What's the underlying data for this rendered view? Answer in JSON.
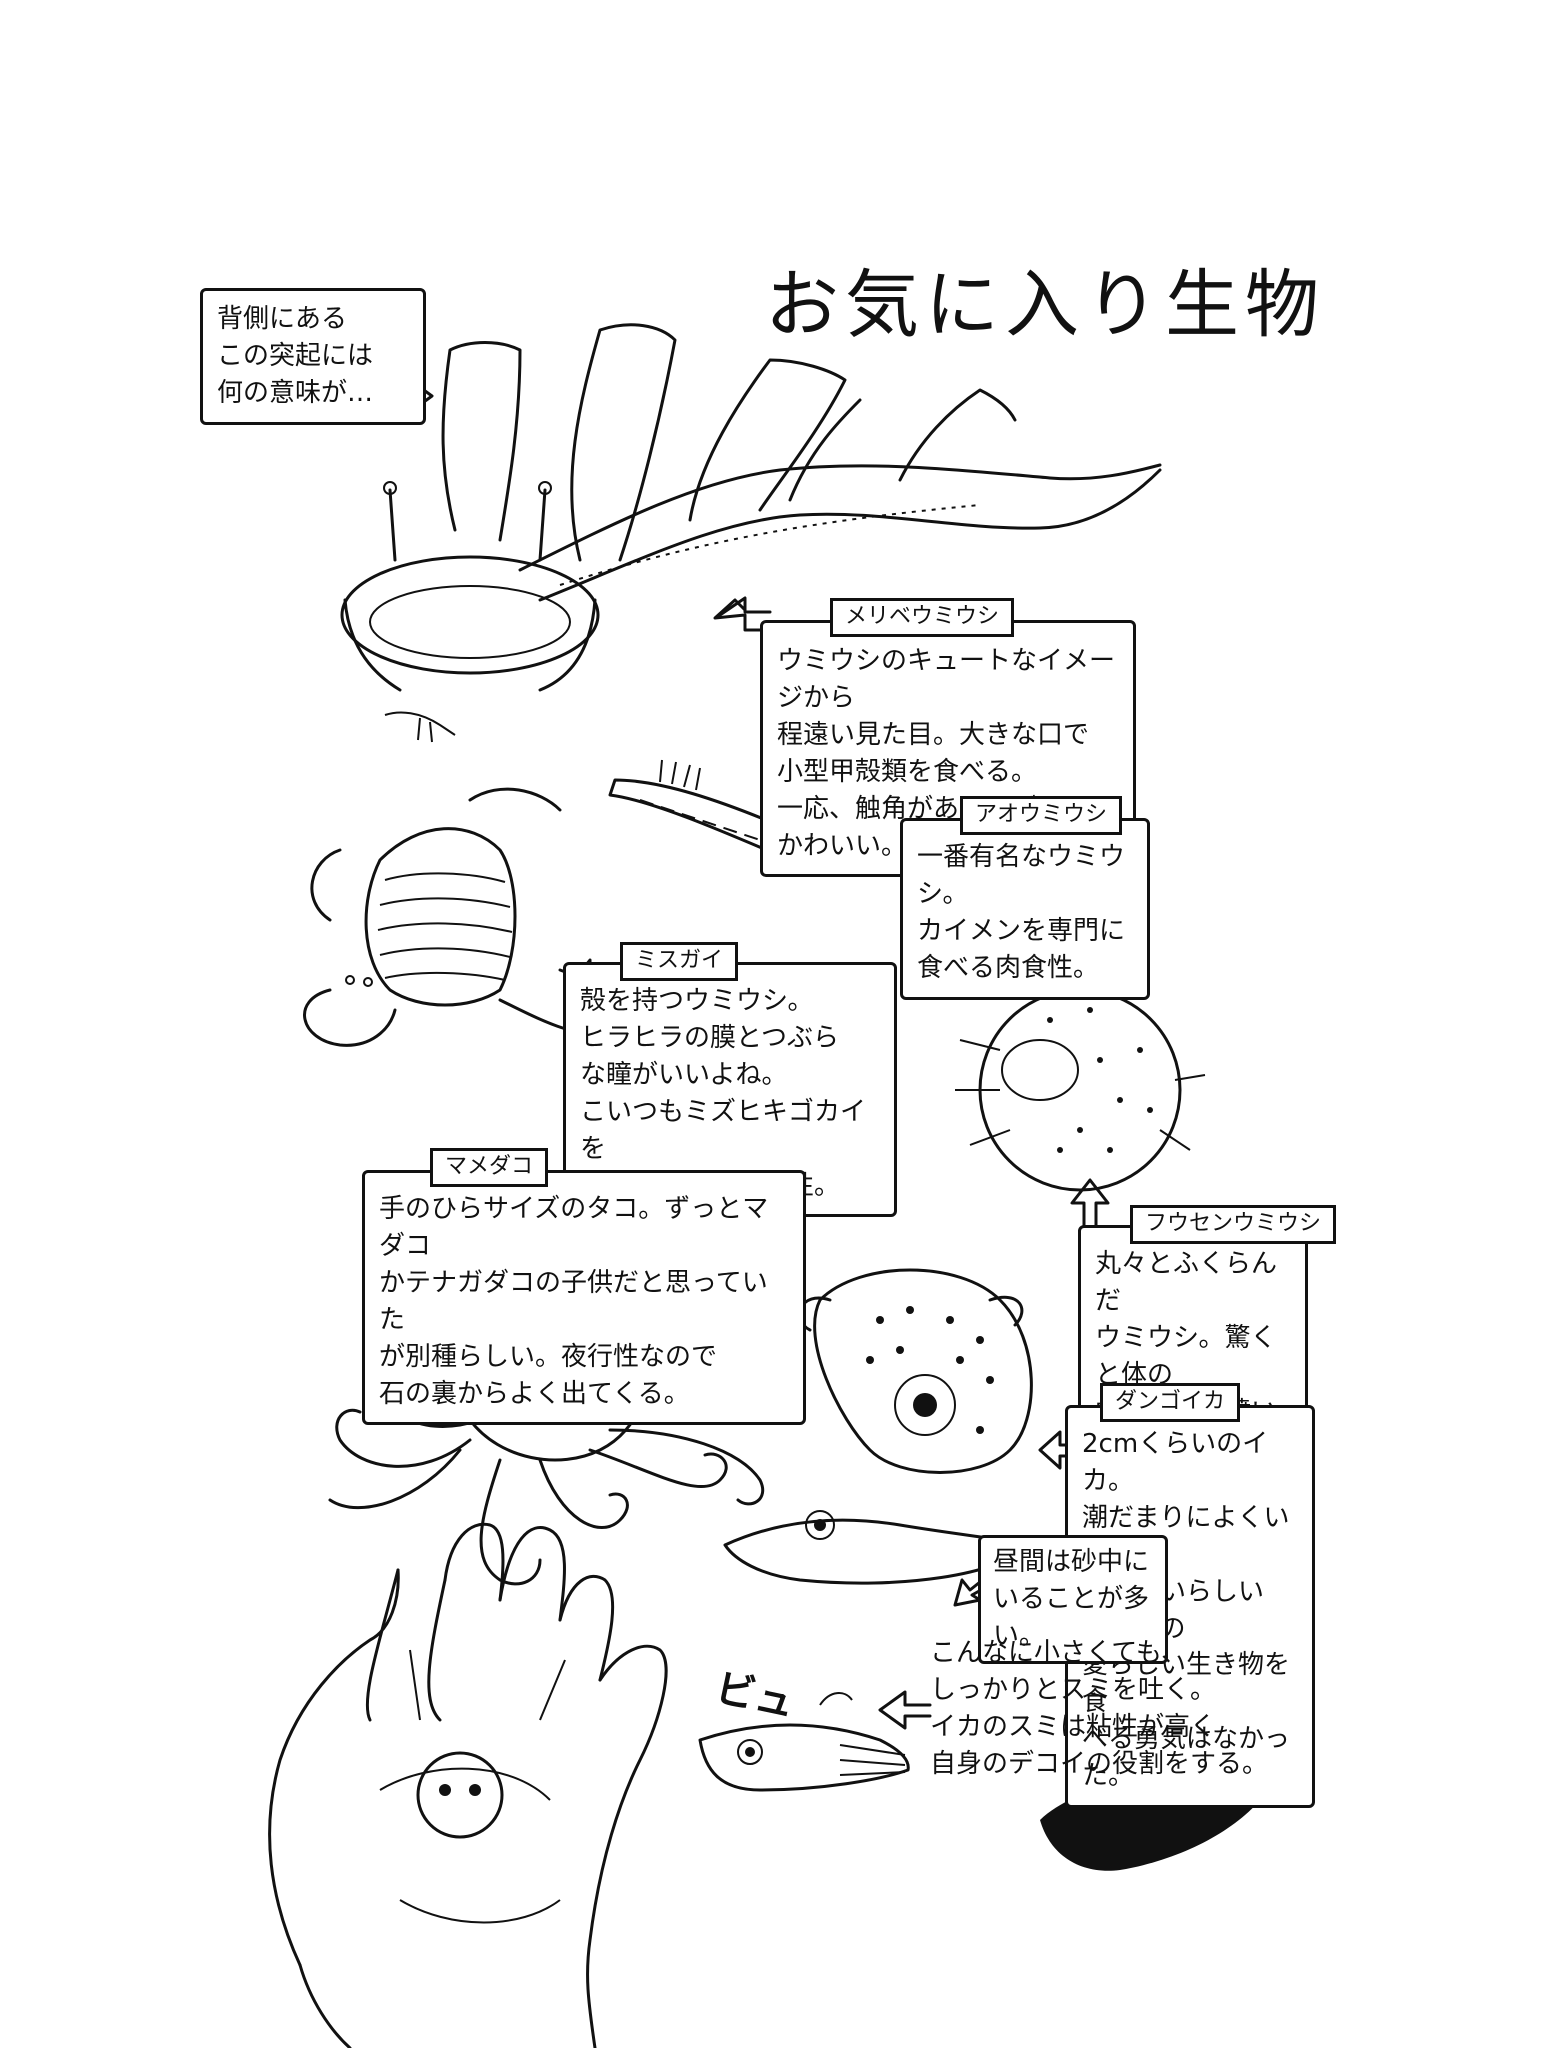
{
  "title": "お気に入り生物",
  "callout_dorsal": "背側にある\nこの突起には\n何の意味が…",
  "melibe": {
    "name": "メリベウミウシ",
    "text": "ウミウシのキュートなイメージから\n程遠い見た目。大きな口で\n小型甲殻類を食べる。\n一応、触角があるのが\nかわいい。"
  },
  "aoumiushi": {
    "name": "アオウミウシ",
    "text": "一番有名なウミウシ。\nカイメンを専門に\n食べる肉食性。"
  },
  "misugai": {
    "name": "ミスガイ",
    "text": "殻を持つウミウシ。\nヒラヒラの膜とつぶら\nな瞳がいいよね。\nこいつもミズヒキゴカイを\n専門に食べる肉食性。"
  },
  "mamedako": {
    "name": "マメダコ",
    "text": "手のひらサイズのタコ。ずっとマダコ\nかテナガダコの子供だと思っていた\nが別種らしい。夜行性なので\n石の裏からよく出てくる。"
  },
  "fusen": {
    "name": "フウセンウミウシ",
    "text": "丸々とふくらんだ\nウミウシ。驚くと体の\n穴から水を噴いて\n逃げる。"
  },
  "dangoika": {
    "name": "ダンゴイカ",
    "text": "2cmくらいのイカ。\n潮だまりによくいる。\n美味しいらしいが、この\n愛らしい生き物を食\nべる勇気はなかった。"
  },
  "daytime": "昼間は砂中に\nいることが多い。",
  "ink_note": "こんなに小さくても、\nしっかりとスミを吐く。\nイカのスミは粘性が高く\n自身のデコイの役割をする。",
  "sfx": "ビュ"
}
